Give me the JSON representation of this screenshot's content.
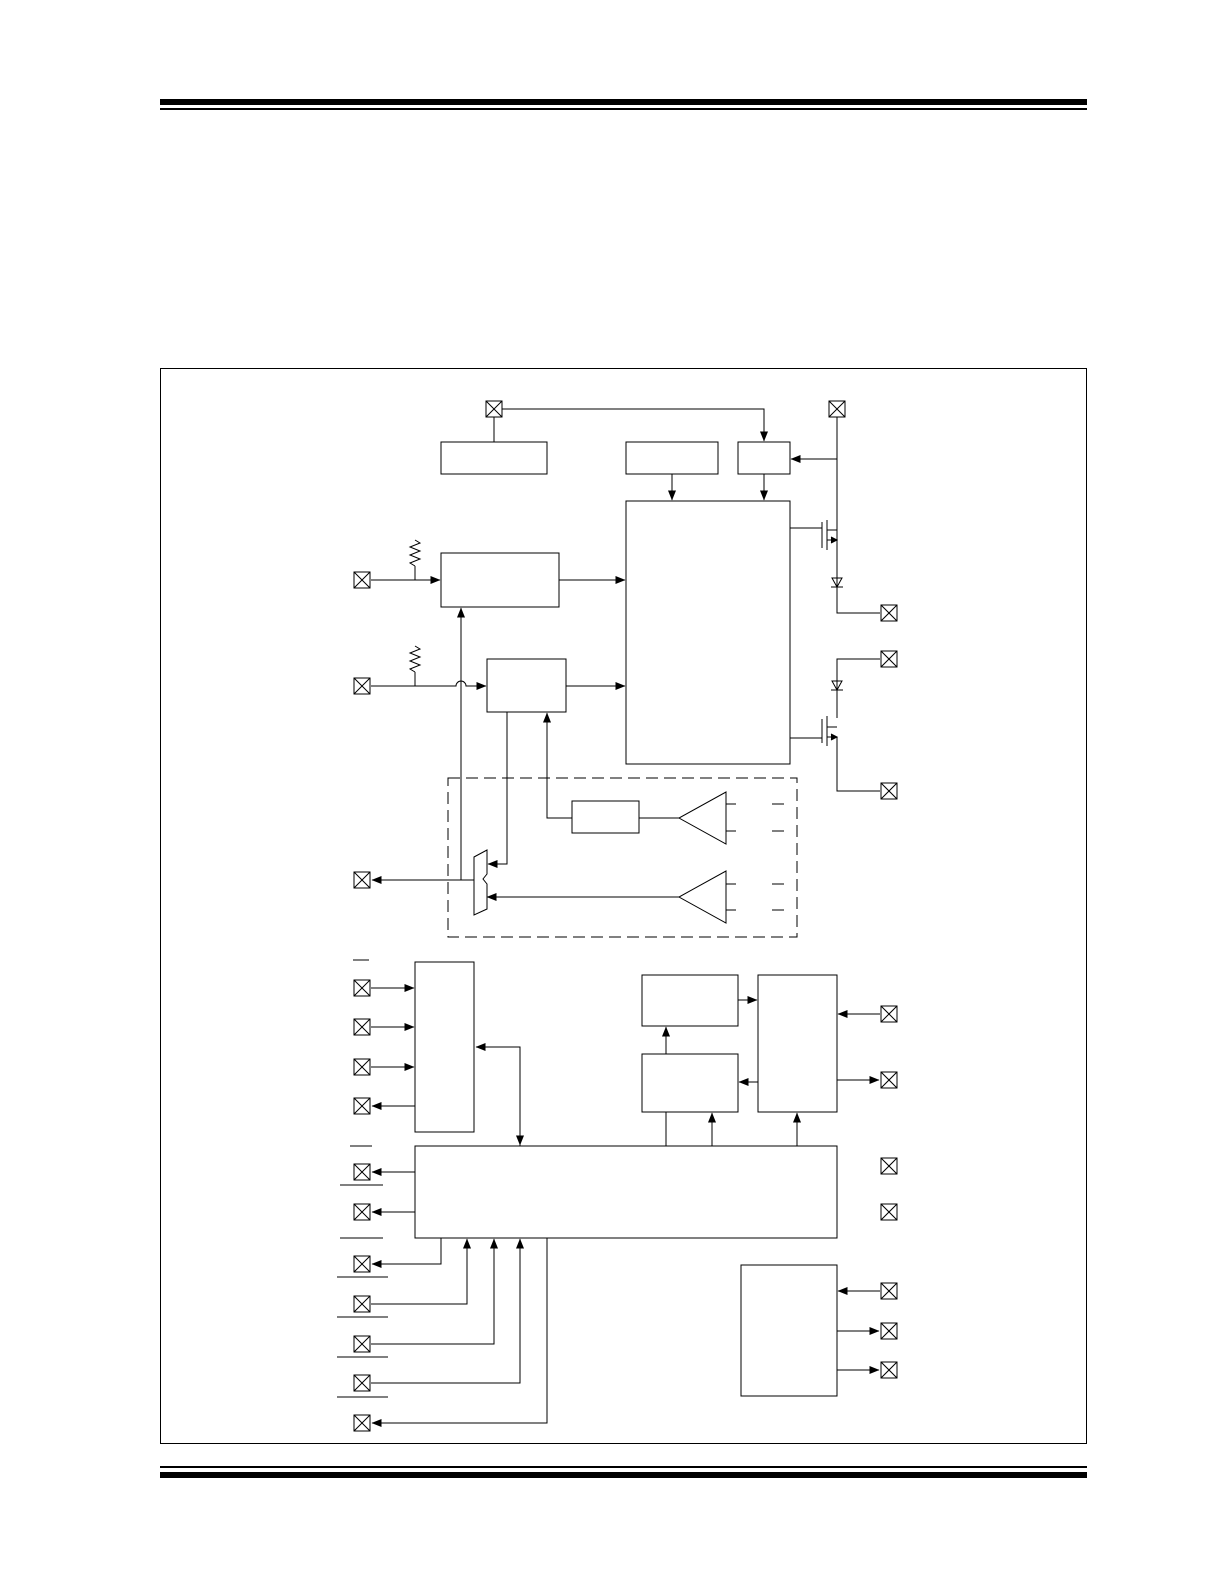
{
  "page": {
    "background": "#ffffff",
    "line_color": "#000000"
  },
  "diagram": {
    "pins": [
      "pin-top-input",
      "pin-top-right-supply",
      "pin-left-input-1",
      "pin-left-input-2",
      "pin-left-analog-output",
      "pin-right-output-1",
      "pin-right-output-2",
      "pin-right-output-3",
      "pin-left-bus-in-1",
      "pin-left-bus-in-2",
      "pin-left-bus-in-3",
      "pin-left-bus-out-1",
      "pin-left-out-2",
      "pin-left-out-3",
      "pin-left-out-4",
      "pin-left-in-5",
      "pin-left-in-6",
      "pin-left-in-7",
      "pin-left-out-8",
      "pin-right-in-1",
      "pin-right-out-2",
      "pin-right-unconnected-1",
      "pin-right-unconnected-2",
      "pin-right-in-3",
      "pin-right-out-4",
      "pin-right-out-5"
    ]
  }
}
